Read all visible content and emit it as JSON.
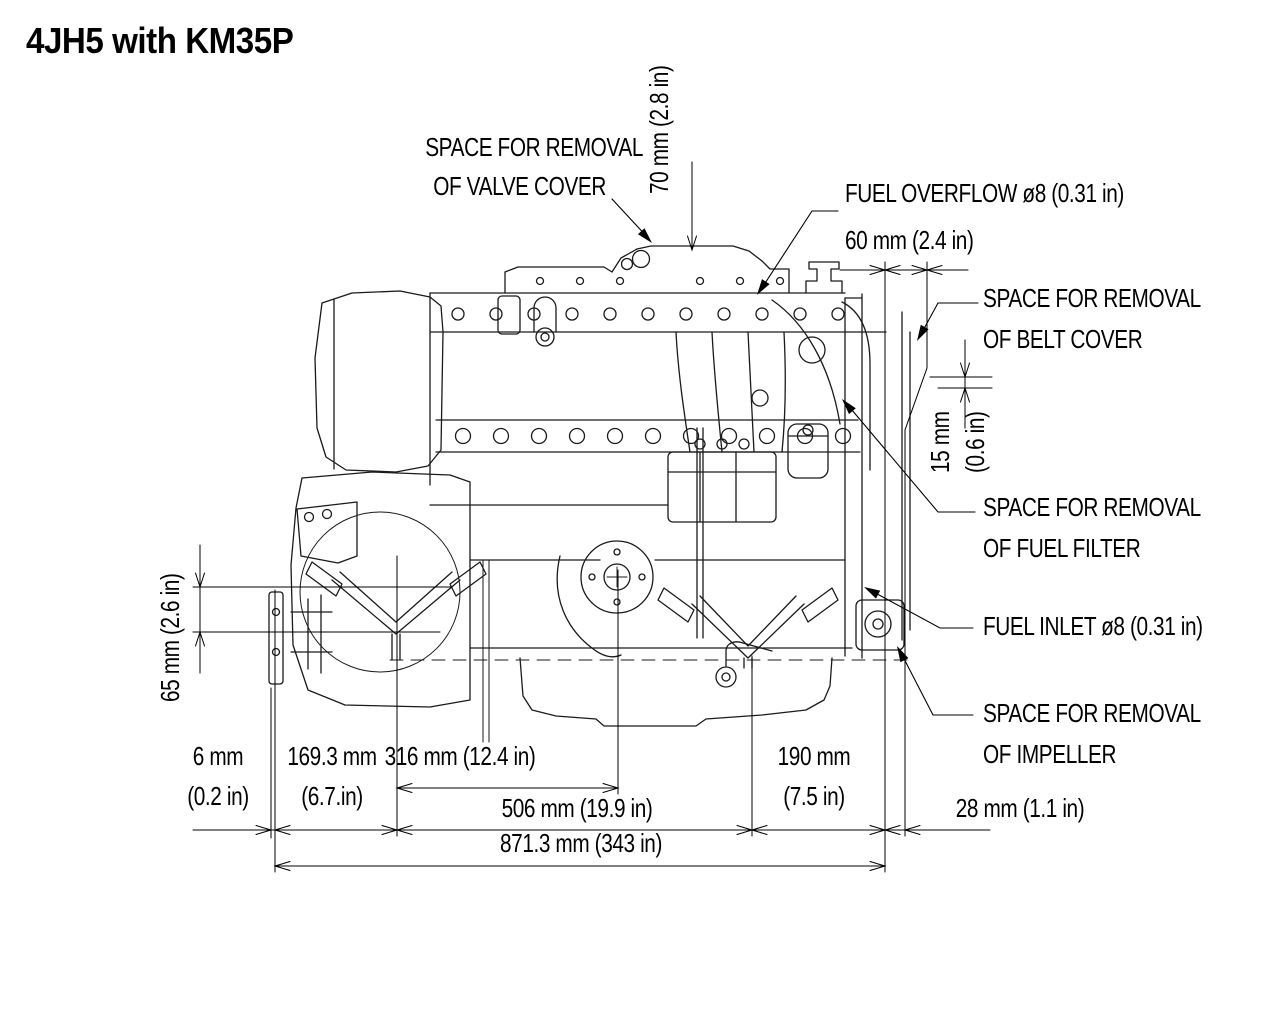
{
  "title": "4JH5 with KM35P",
  "labels": {
    "valve_cover_1": "SPACE FOR REMOVAL",
    "valve_cover_2": "OF VALVE COVER",
    "top_clearance": "70 mm (2.8 in)",
    "fuel_overflow": "FUEL OVERFLOW ø8 (0.31 in)",
    "rear_clearance": "60 mm (2.4 in)",
    "belt_cover_1": "SPACE FOR REMOVAL",
    "belt_cover_2": "OF BELT COVER",
    "belt_clearance_mm": "15 mm",
    "belt_clearance_in": "(0.6 in)",
    "fuel_filter_1": "SPACE FOR REMOVAL",
    "fuel_filter_2": "OF FUEL FILTER",
    "fuel_inlet": "FUEL INLET ø8 (0.31 in)",
    "impeller_1": "SPACE FOR REMOVAL",
    "impeller_2": "OF IMPELLER",
    "height_clearance": "65 mm (2.6 in)",
    "aft_clearance": "28 mm (1.1 in)"
  },
  "dimensions": {
    "d1_mm": "6 mm",
    "d1_in": "(0.2 in)",
    "d2_mm": "169.3 mm",
    "d2_in": "(6.7.in)",
    "d3": "316 mm (12.4 in)",
    "d4": "506 mm (19.9 in)",
    "d5_mm": "190 mm",
    "d5_in": "(7.5 in)",
    "d6": "871.3 mm (343 in)"
  },
  "colors": {
    "ink": "#000000",
    "background": "#ffffff"
  }
}
